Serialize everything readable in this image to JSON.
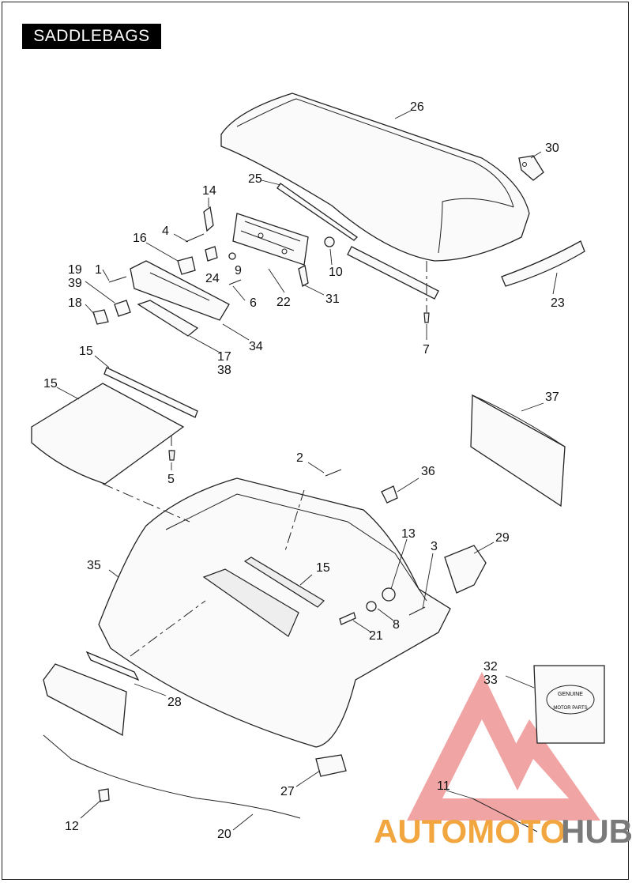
{
  "header": {
    "title": "SADDLEBAGS"
  },
  "diagram": {
    "callouts": [
      {
        "id": "1",
        "text": "1"
      },
      {
        "id": "2",
        "text": "2"
      },
      {
        "id": "3",
        "text": "3"
      },
      {
        "id": "4",
        "text": "4"
      },
      {
        "id": "5",
        "text": "5"
      },
      {
        "id": "6",
        "text": "6"
      },
      {
        "id": "7",
        "text": "7"
      },
      {
        "id": "8",
        "text": "8"
      },
      {
        "id": "9",
        "text": "9"
      },
      {
        "id": "10",
        "text": "10"
      },
      {
        "id": "11",
        "text": "11"
      },
      {
        "id": "12",
        "text": "12"
      },
      {
        "id": "13",
        "text": "13"
      },
      {
        "id": "14",
        "text": "14"
      },
      {
        "id": "15a",
        "text": "15"
      },
      {
        "id": "15b",
        "text": "15"
      },
      {
        "id": "15c",
        "text": "15"
      },
      {
        "id": "16",
        "text": "16"
      },
      {
        "id": "17",
        "text": "17"
      },
      {
        "id": "38",
        "text": "38"
      },
      {
        "id": "18",
        "text": "18"
      },
      {
        "id": "19",
        "text": "19"
      },
      {
        "id": "39",
        "text": "39"
      },
      {
        "id": "20",
        "text": "20"
      },
      {
        "id": "21",
        "text": "21"
      },
      {
        "id": "22",
        "text": "22"
      },
      {
        "id": "23",
        "text": "23"
      },
      {
        "id": "24",
        "text": "24"
      },
      {
        "id": "25",
        "text": "25"
      },
      {
        "id": "26",
        "text": "26"
      },
      {
        "id": "27",
        "text": "27"
      },
      {
        "id": "28",
        "text": "28"
      },
      {
        "id": "29",
        "text": "29"
      },
      {
        "id": "30",
        "text": "30"
      },
      {
        "id": "31",
        "text": "31"
      },
      {
        "id": "32",
        "text": "32"
      },
      {
        "id": "33",
        "text": "33"
      },
      {
        "id": "34",
        "text": "34"
      },
      {
        "id": "35",
        "text": "35"
      },
      {
        "id": "36",
        "text": "36"
      },
      {
        "id": "37",
        "text": "37"
      }
    ],
    "parts_box_text": {
      "line1": "GENUINE",
      "line2": "MOTOR PARTS"
    }
  },
  "watermark": {
    "part1": "AUTOMOTO",
    "part2": "HUB",
    "color_main": "#f2a640",
    "color_accent": "#e03030",
    "color_second": "#7a7a7a"
  }
}
